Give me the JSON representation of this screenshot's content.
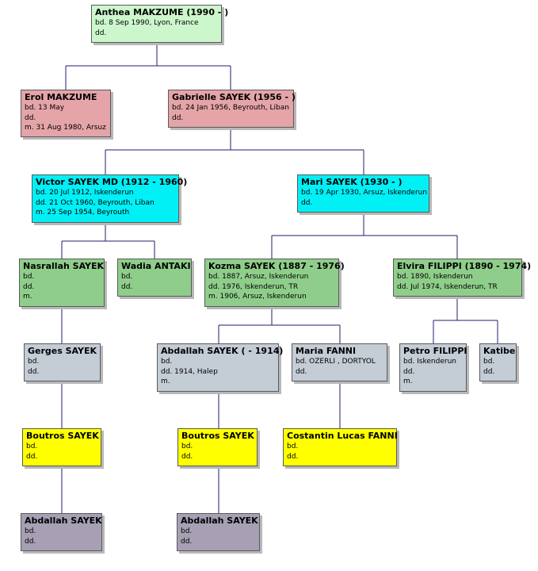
{
  "colors": {
    "line": "#1f1f6e",
    "green_light": "#ccf7cc",
    "pink": "#e4a4a8",
    "cyan": "#00f0f6",
    "green": "#8fce8a",
    "gray": "#c4ccd6",
    "yellow": "#ffff00",
    "purple": "#a79fb3"
  },
  "people": {
    "anthea": {
      "name": "Anthea MAKZUME (1990 - )",
      "details": [
        "bd. 8 Sep 1990, Lyon, France",
        "dd."
      ]
    },
    "erol": {
      "name": "Erol MAKZUME",
      "details": [
        "bd. 13 May",
        "dd.",
        "m. 31 Aug 1980, Arsuz"
      ]
    },
    "gabrielle": {
      "name": "Gabrielle SAYEK (1956 - )",
      "details": [
        "bd. 24 Jan 1956, Beyrouth, Liban",
        "dd."
      ]
    },
    "victor": {
      "name": "Victor SAYEK MD (1912 - 1960)",
      "details": [
        "bd. 20 Jul 1912, Iskenderun",
        "dd. 21 Oct 1960, Beyrouth, Liban",
        "m. 25 Sep 1954, Beyrouth"
      ]
    },
    "mari": {
      "name": "Mari SAYEK (1930 - )",
      "details": [
        "bd. 19 Apr 1930, Arsuz, Iskenderun",
        "dd."
      ]
    },
    "nasrallah": {
      "name": "Nasrallah SAYEK",
      "details": [
        "bd.",
        "dd.",
        "m."
      ]
    },
    "wadia": {
      "name": "Wadia ANTAKI",
      "details": [
        "bd.",
        "dd."
      ]
    },
    "kozma": {
      "name": "Kozma SAYEK (1887 - 1976)",
      "details": [
        "bd. 1887, Arsuz, Iskenderun",
        "dd. 1976, Iskenderun, TR",
        "m. 1906, Arsuz, Iskenderun"
      ]
    },
    "elvira": {
      "name": "Elvira FILIPPI (1890 - 1974)",
      "details": [
        "bd. 1890, Iskenderun",
        "dd. Jul 1974, Iskenderun, TR"
      ]
    },
    "gerges": {
      "name": "Gerges SAYEK",
      "details": [
        "bd.",
        "dd."
      ]
    },
    "abdallah1914": {
      "name": "Abdallah SAYEK ( - 1914)",
      "details": [
        "bd.",
        "dd. 1914, Halep",
        "m."
      ]
    },
    "maria": {
      "name": "Maria FANNI",
      "details": [
        "bd. OZERLI , DORTYOL",
        "dd."
      ]
    },
    "petro": {
      "name": "Petro FILIPPI",
      "details": [
        "bd. Iskenderun",
        "dd.",
        "m."
      ]
    },
    "katibe": {
      "name": "Katibe",
      "details": [
        "bd.",
        "dd."
      ]
    },
    "boutros1": {
      "name": "Boutros SAYEK",
      "details": [
        "bd.",
        "dd."
      ]
    },
    "boutros2": {
      "name": "Boutros SAYEK",
      "details": [
        "bd.",
        "dd."
      ]
    },
    "costantin": {
      "name": "Costantin Lucas FANNI",
      "details": [
        "bd.",
        "dd."
      ]
    },
    "abdallah1": {
      "name": "Abdallah SAYEK",
      "details": [
        "bd.",
        "dd."
      ]
    },
    "abdallah2": {
      "name": "Abdallah SAYEK",
      "details": [
        "bd.",
        "dd."
      ]
    }
  }
}
